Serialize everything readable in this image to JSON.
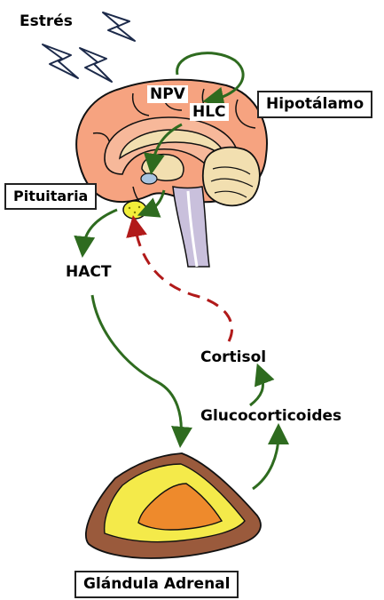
{
  "labels": {
    "stress": "Estrés",
    "npv": "NPV",
    "hlc": "HLC",
    "hypothalamus": "Hipotálamo",
    "pituitary": "Pituitaria",
    "acth": "HACT",
    "cortisol": "Cortisol",
    "glucocorticoids": "Glucocorticoides",
    "adrenal_gland": "Glándula Adrenal"
  },
  "colors": {
    "stimulatory_arrow": "#2e6b1f",
    "feedback_arrow": "#b11a1a",
    "brain_cortex": "#f6a380",
    "pituitary": "#f2ef3a",
    "adrenal_capsule": "#9a5a3c",
    "adrenal_cortex": "#f4ea4a",
    "adrenal_medulla": "#ee8a2c",
    "lightning": "#1c2a4a"
  },
  "icons": [
    "lightning-bolt-icon",
    "brain-icon",
    "adrenal-gland-icon"
  ]
}
